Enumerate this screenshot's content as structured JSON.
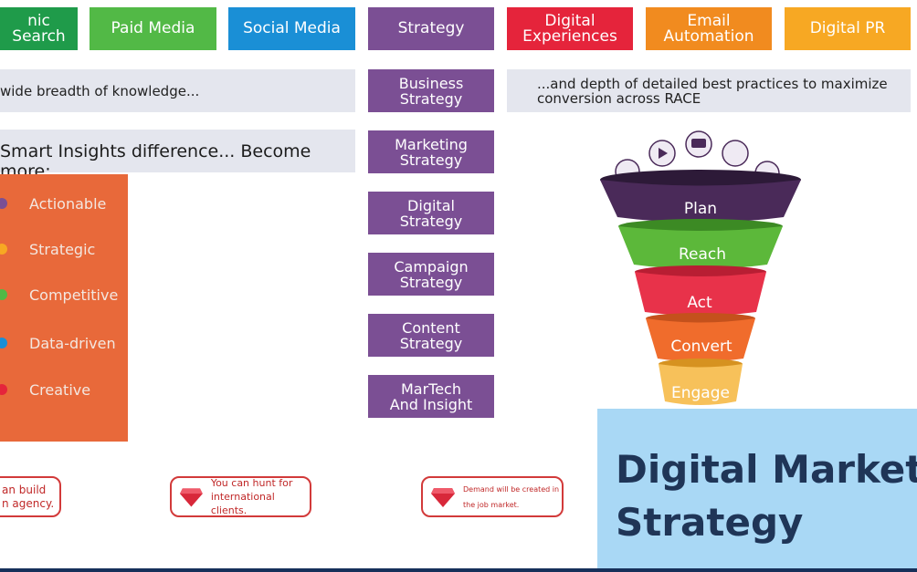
{
  "tabs": [
    {
      "label": "nic Search",
      "color": "#1f9b4a"
    },
    {
      "label": "Paid Media",
      "color": "#52b946"
    },
    {
      "label": "Social Media",
      "color": "#1a8fd6"
    },
    {
      "label": "Strategy",
      "color": "#7b4f94"
    },
    {
      "label": "Digital\nExperiences",
      "color": "#e5243b"
    },
    {
      "label": "Email\nAutomation",
      "color": "#f18b1f"
    },
    {
      "label": "Digital PR",
      "color": "#f7a823"
    }
  ],
  "breadth_text": "wide breadth of knowledge...",
  "depth_text": "...and depth of detailed best practices to maximize\nconversion across RACE",
  "difference_heading": "Smart Insights difference... Become more:",
  "qualities": [
    {
      "label": "Actionable",
      "color": "#7b4f94"
    },
    {
      "label": "Strategic",
      "color": "#f7a823"
    },
    {
      "label": "Competitive",
      "color": "#52b946"
    },
    {
      "label": "Data-driven",
      "color": "#1a8fd6"
    },
    {
      "label": "Creative",
      "color": "#e5243b"
    }
  ],
  "strategy_items": [
    "Business\nStrategy",
    "Marketing\nStrategy",
    "Digital\nStrategy",
    "Campaign\nStrategy",
    "Content\nStrategy",
    "MarTech\nAnd Insight"
  ],
  "funnel": [
    {
      "label": "Plan",
      "color": "#4a2a59"
    },
    {
      "label": "Reach",
      "color": "#5cb83a"
    },
    {
      "label": "Act",
      "color": "#e8324a"
    },
    {
      "label": "Convert",
      "color": "#f06c2c"
    },
    {
      "label": "Engage",
      "color": "#f7b534"
    }
  ],
  "badges": [
    {
      "text": "an build\nn agency."
    },
    {
      "text": "You can hunt for\ninternational clients."
    },
    {
      "text": "Demand will be created in\nthe job market."
    }
  ],
  "title": {
    "line1": "Digital Marketi",
    "line2": "Strategy"
  }
}
